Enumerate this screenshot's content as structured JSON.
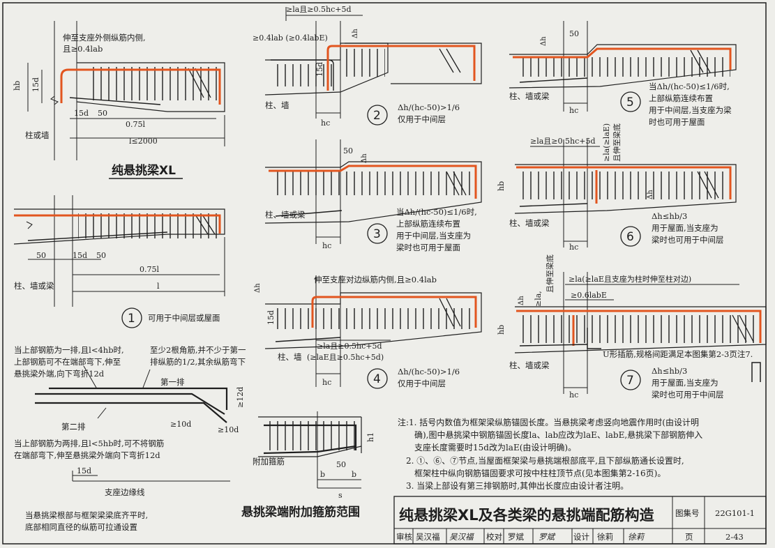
{
  "colors": {
    "rebar_highlight": "#e2551f",
    "ink": "#1e1e1e",
    "paper": "#eeeeea"
  },
  "fig_top_left": {
    "title": "纯悬挑梁XL",
    "note_1": "伸至支座外侧纵筋内侧,",
    "note_2": "且≥0.4lab",
    "dim_hb": "hb",
    "dim_15d": "15d",
    "dim_15d_bottom": "15d",
    "dim_50": "50",
    "dim_075l": "0.75l",
    "dim_l": "l≤2000",
    "support": "柱或墙"
  },
  "fig_1": {
    "number": "1",
    "caption": "可用于中间层或屋面",
    "dim_50": "50",
    "dim_15d": "15d",
    "dim_50b": "50",
    "dim_075l": "0.75l",
    "dim_l": "l",
    "support": "柱、墙或梁"
  },
  "fig_2": {
    "number": "2",
    "top_dim": "≥la且≥0.5hc+5d",
    "left_dim": "≥0.4lab (≥0.4labE)",
    "delta": "Δh",
    "dim_15d": "15d",
    "dim_hc": "hc",
    "support": "柱、墙",
    "cond": "Δh/(hc-50)>1/6",
    "use": "仅用于中间层"
  },
  "fig_3": {
    "number": "3",
    "dim_50": "50",
    "delta": "Δh",
    "support": "柱、墙或梁",
    "dim_hc": "hc",
    "cond": "当Δh/(hc-50)≤1/6时,",
    "line2": "上部纵筋连续布置",
    "line3": "用于中间层,当支座为",
    "line4": "梁时也可用于屋面"
  },
  "fig_4": {
    "number": "4",
    "top_note": "伸至支座对边纵筋内侧,且≥0.4lab",
    "delta": "Δh",
    "dim_15d": "15d",
    "anchor_1": "≥la且≥0.5hc+5d",
    "anchor_2": "(≥laE且≥0.5hc+5d)",
    "support": "柱、墙",
    "dim_hc": "hc",
    "cond": "Δh/(hc-50)>1/6",
    "use": "仅用于中间层"
  },
  "fig_5": {
    "number": "5",
    "delta": "Δh",
    "dim_50": "50",
    "support": "柱、墙或梁",
    "dim_hc": "hc",
    "cond": "当Δh/(hc-50)≤1/6时,",
    "line2": "上部纵筋连续布置",
    "line3": "用于中间层,当支座为梁",
    "line4": "时也可用于屋面"
  },
  "fig_6": {
    "number": "6",
    "top_dim": "≥la且≥0.5hc+5d",
    "vert_1": "≥la(≥laE)",
    "vert_2": "且伸至梁底",
    "delta": "Δh",
    "dim_hb": "hb",
    "support": "柱、墙或梁",
    "dim_hc": "hc",
    "cond": "Δh≤hb/3",
    "line2": "用于屋面,当支座为",
    "line3": "梁时也可用于中间层"
  },
  "fig_7": {
    "number": "7",
    "top_dim": "≥la(≥laE且支座为柱时伸至柱对边)",
    "inner_dim": "≥0.6labE",
    "vert_1": "≥la,",
    "vert_2": "且伸至梁底",
    "delta": "Δh",
    "dim_hb": "hb",
    "u_note": "U形插筋,规格间距满足本图集第2-3页注7.",
    "support": "柱、墙或梁",
    "dim_hc": "hc",
    "cond": "Δh≤hb/3",
    "line2": "用于屋面,当支座为",
    "line3": "梁时也可用于中间层"
  },
  "fig_bars": {
    "left_1": "当上部钢筋为一排,且l<4hb时,",
    "left_2": "上部钢筋可不在端部弯下,伸至",
    "left_3": "悬挑梁外端,向下弯折12d",
    "right_1": "至少2根角筋,并不少于第一",
    "right_2": "排纵筋的1/2,其余纵筋弯下",
    "row1": "第一排",
    "row2": "第二排",
    "dim_12d": "≥12d",
    "dim_10d_a": "≥10d",
    "dim_10d_b": "≥10d",
    "two_1": "当上部钢筋为两排,且l<5hb时,可不将钢筋",
    "two_2": "在端部弯下,伸至悬挑梁外端向下弯折12d",
    "dim_15d": "15d",
    "edge": "支座边缘线",
    "bottom_1": "当悬挑梁根部与框架梁梁底齐平时,",
    "bottom_2": "底部相同直径的纵筋可拉通设置"
  },
  "fig_stirrup": {
    "title": "悬挑梁端附加箍筋范围",
    "label": "附加箍筋",
    "dim_h1": "h1",
    "dim_50": "50",
    "dim_b1": "b",
    "dim_b2": "b",
    "dim_s": "s"
  },
  "notes": {
    "line1": "注:1. 括号内数值为框架梁纵筋锚固长度。当悬挑梁考虑竖向地震作用时(由设计明",
    "line2": "确),图中悬挑梁中钢筋锚固长度la、lab应改为laE、labE,悬挑梁下部钢筋伸入",
    "line3": "支座长度需要时15d改为laE(由设计明确)。",
    "line4": "2. ①、⑥、⑦节点,当屋面框架梁与悬挑端根部底平,且下部纵筋通长设置时,",
    "line5": "框架柱中纵向钢筋锚固要求可按中柱柱顶节点(见本图集第2-16页)。",
    "line6": "3. 当梁上部设有第三排钢筋时,其伸出长度应由设计者注明。"
  },
  "title_block": {
    "title": "纯悬挑梁XL及各类梁的悬挑端配筋构造",
    "atlas_label": "图集号",
    "atlas_no": "22G101-1",
    "review_label": "审核",
    "reviewer": "吴汉福",
    "reviewer_sig": "吴汉福",
    "check_label": "校对",
    "checker": "罗斌",
    "checker_sig": "罗斌",
    "design_label": "设计",
    "designer": "徐莉",
    "designer_sig": "徐莉",
    "page_label": "页",
    "page_no": "2-43"
  }
}
